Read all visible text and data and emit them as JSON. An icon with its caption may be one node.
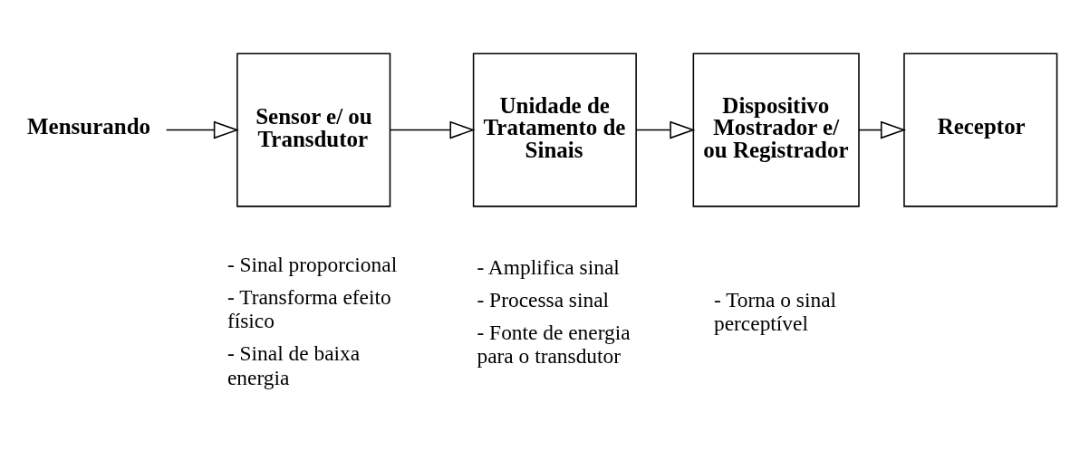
{
  "diagram": {
    "nodes": [
      {
        "text": [
          "Mensurando"
        ]
      },
      {
        "text": [
          "Sensor e/ ou Transdutor"
        ],
        "beside": [
          "- Sinal proporcional",
          "- Transforma efeito físico",
          "- Sinal de baixa energia"
        ]
      },
      {
        "text": [
          "Unidade de Tratamento de Sinais"
        ],
        "beside": [
          "- Amplifica sinal",
          "- Processa sinal",
          "- Fonte de energia para o transdutor"
        ]
      },
      {
        "text": [
          "Dispositivo Mostrador e/ ou Registrador"
        ],
        "beside": [
          "- Torna o sinal perceptível"
        ]
      },
      {
        "text": [
          "Receptor"
        ]
      }
    ],
    "edges": [
      {
        "from": 0,
        "to": 1,
        "arrow": "to"
      },
      {
        "from": 1,
        "to": 2,
        "arrow": "to"
      },
      {
        "from": 2,
        "to": 3,
        "arrow": "to"
      },
      {
        "from": 3,
        "to": 4,
        "arrow": "to"
      }
    ]
  }
}
